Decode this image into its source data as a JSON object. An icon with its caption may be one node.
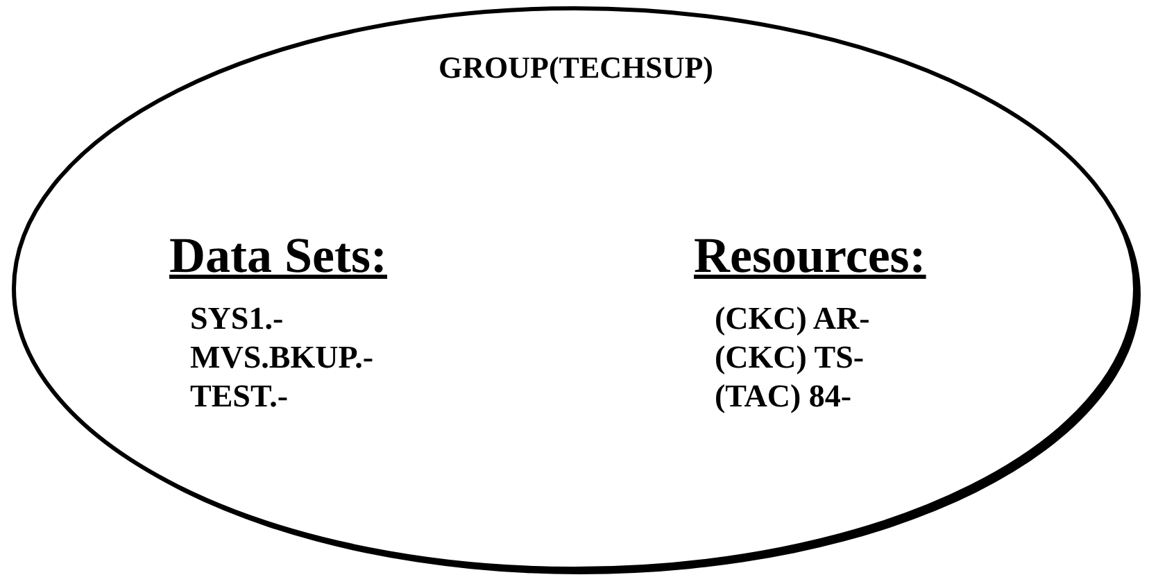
{
  "diagram": {
    "nodes": [
      {
        "text": [
          "GROUP(TECHSUP)",
          "Data Sets:",
          "SYS1.-",
          "MVS.BKUP.-",
          "TEST.-",
          "Resources:",
          "(CKC) AR-",
          "(CKC) TS-",
          "(TAC) 84-"
        ]
      }
    ]
  }
}
